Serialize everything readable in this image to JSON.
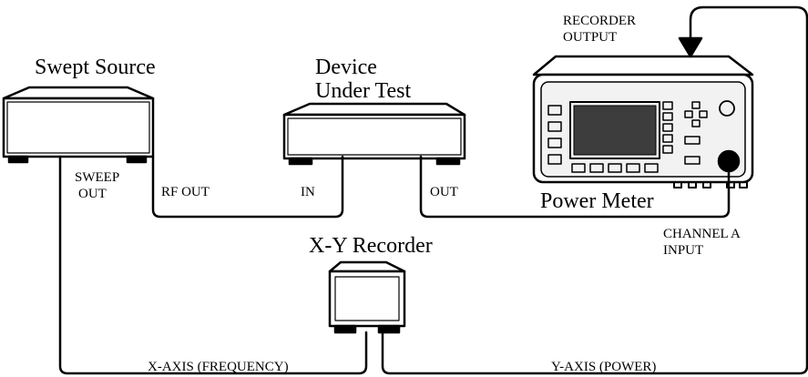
{
  "labels": {
    "swept_source": "Swept Source",
    "dut_line1": "Device",
    "dut_line2": "Under Test",
    "recorder_output_line1": "RECORDER",
    "recorder_output_line2": "OUTPUT",
    "sweep_out_line1": "SWEEP",
    "sweep_out_line2": "OUT",
    "rf_out": "RF OUT",
    "in": "IN",
    "out": "OUT",
    "power_meter": "Power Meter",
    "channel_a_line1": "CHANNEL A",
    "channel_a_line2": "INPUT",
    "xy_recorder": "X-Y Recorder",
    "x_axis": "X-AXIS (FREQUENCY)",
    "y_axis": "Y-AXIS (POWER)"
  },
  "colors": {
    "line": "#000000",
    "background": "#ffffff",
    "meter_face": "#e8e8e8",
    "screen": "#4a4a4a"
  }
}
